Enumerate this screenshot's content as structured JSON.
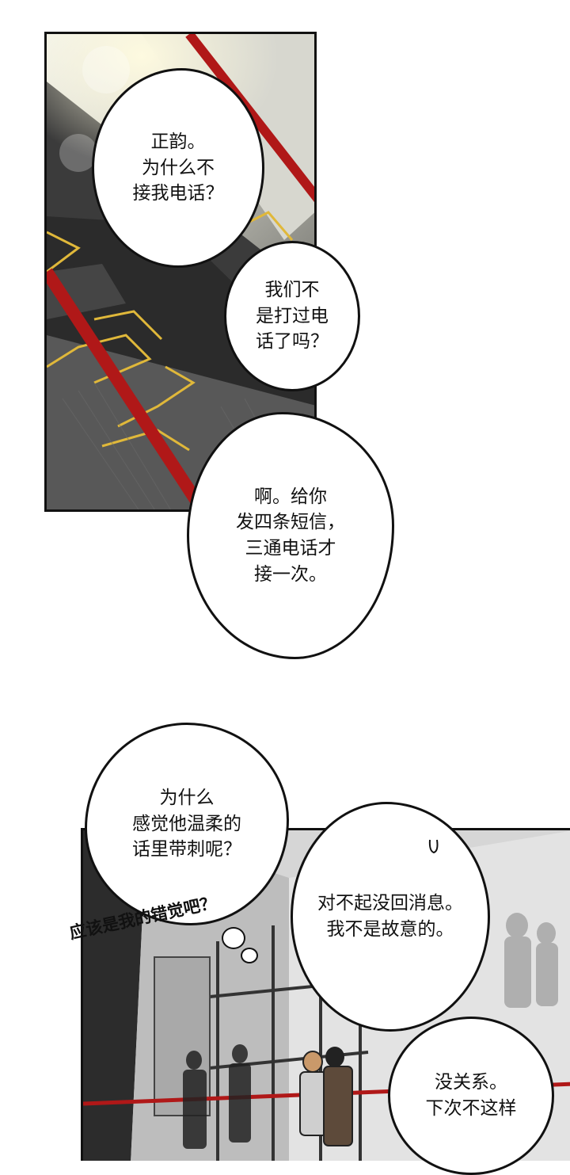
{
  "colors": {
    "page_background": "#ffffff",
    "panel_border": "#111111",
    "escalator_red": "#b01818",
    "escalator_yellow": "#e0b83a"
  },
  "panels": [
    {
      "scene": "escalator-topdown"
    },
    {
      "scene": "station-glass-wall"
    }
  ],
  "dialogue": {
    "bubble_1": "正韵。\n为什么不\n接我电话？",
    "bubble_2": "我们不\n是打过电\n话了吗？",
    "bubble_3": "啊。给你\n发四条短信，\n三通电话才\n接一次。",
    "bubble_4": "为什么\n感觉他温柔的\n话里带刺呢？",
    "bubble_5": "对不起没回消息。\n我不是故意的。",
    "bubble_6": "没关系。\n下次不这样",
    "thought": "应该是我的错觉吧？"
  }
}
